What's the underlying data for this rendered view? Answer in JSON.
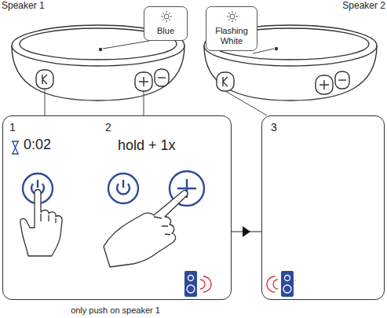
{
  "diagram": {
    "nodes": [
      {
        "text": [
          "Blue"
        ]
      },
      {
        "text": [
          "Flashing White"
        ]
      },
      {
        "text": [
          "1",
          "0:02",
          "2",
          "hold + 1x"
        ]
      },
      {
        "text": [
          "3"
        ]
      }
    ],
    "edges": [
      {
        "from": 2,
        "to": 3,
        "arrow": "to"
      }
    ],
    "labels": [
      "Speaker 1",
      "Speaker 2",
      "only push on speaker 1"
    ]
  }
}
